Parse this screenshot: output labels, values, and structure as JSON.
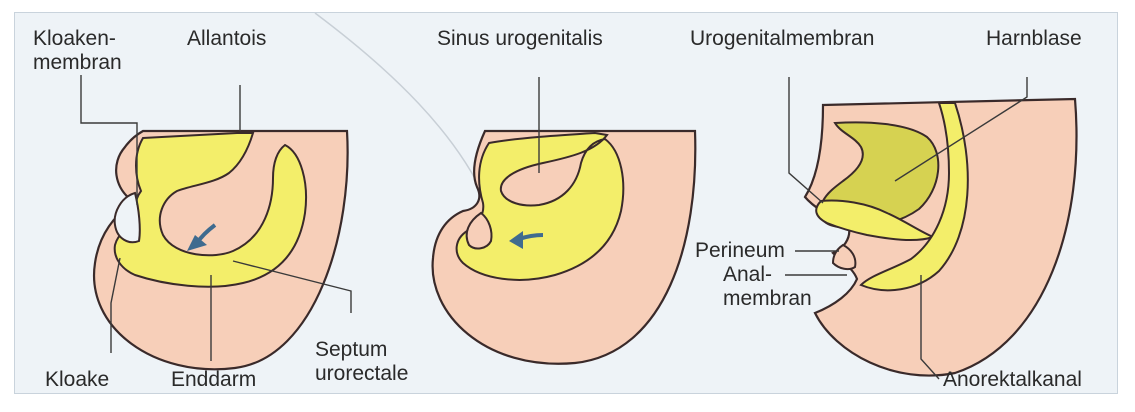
{
  "colors": {
    "background": "#eef3f7",
    "mesoderm": "#f7cfb9",
    "endoderm": "#f3ee6a",
    "bladder": "#d6d251",
    "arrow": "#3f6b8f"
  },
  "panel1": {
    "label_kloakenmembran_line1": "Kloaken-",
    "label_kloakenmembran_line2": "membran",
    "label_allantois": "Allantois",
    "label_kloake": "Kloake",
    "label_enddarm": "Enddarm",
    "label_septum_line1": "Septum",
    "label_septum_line2": "urorectale"
  },
  "panel2": {
    "label_sinus": "Sinus urogenitalis"
  },
  "panel3": {
    "label_urogenitalmembran": "Urogenitalmembran",
    "label_harnblase": "Harnblase",
    "label_perineum": "Perineum",
    "label_analmembran_line1": "Anal-",
    "label_analmembran_line2": "membran",
    "label_anorektalkanal": "Anorektalkanal"
  }
}
